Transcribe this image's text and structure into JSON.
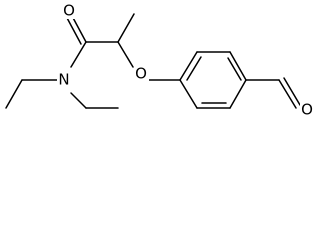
{
  "molecule": {
    "atom_labels": {
      "amide_oxygen": "O",
      "amide_nitrogen": "N",
      "ether_oxygen": "O",
      "aldehyde_oxygen": "O"
    },
    "colors": {
      "bond": "#000000",
      "label": "#000000",
      "background": "#ffffff"
    }
  }
}
